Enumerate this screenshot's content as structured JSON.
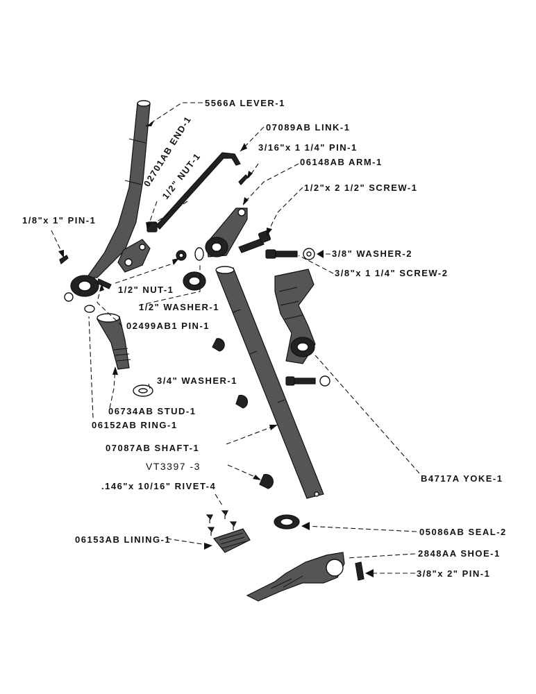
{
  "labels": {
    "lever": "5566A LEVER-1",
    "link": "07089AB LINK-1",
    "end": "02701AB END-1",
    "nut_top": "1/2\" NUT-1",
    "pin_316": "3/16\"x 1 1/4\" PIN-1",
    "arm": "06148AB ARM-1",
    "screw_half": "1/2\"x 2 1/2\" SCREW-1",
    "pin_18": "1/8\"x 1\" PIN-1",
    "washer_38": "3/8\" WASHER-2",
    "screw_38": "3/8\"x 1 1/4\" SCREW-2",
    "nut_mid": "1/2\" NUT-1",
    "washer_half": "1/2\" WASHER-1",
    "pin_02499": "02499AB1 PIN-1",
    "washer_34": "3/4\" WASHER-1",
    "stud": "06734AB STUD-1",
    "ring": "06152AB RING-1",
    "shaft": "07087AB SHAFT-1",
    "vt": "VT3397  -3",
    "rivet": ".146\"x 10/16\" RIVET-4",
    "yoke": "B4717A YOKE-1",
    "seal": "05086AB SEAL-2",
    "lining": "06153AB LINING-1",
    "shoe": "2848AA SHOE-1",
    "pin_38": "3/8\"x 2\" PIN-1"
  },
  "colors": {
    "ink": "#111111",
    "paper": "#ffffff"
  }
}
